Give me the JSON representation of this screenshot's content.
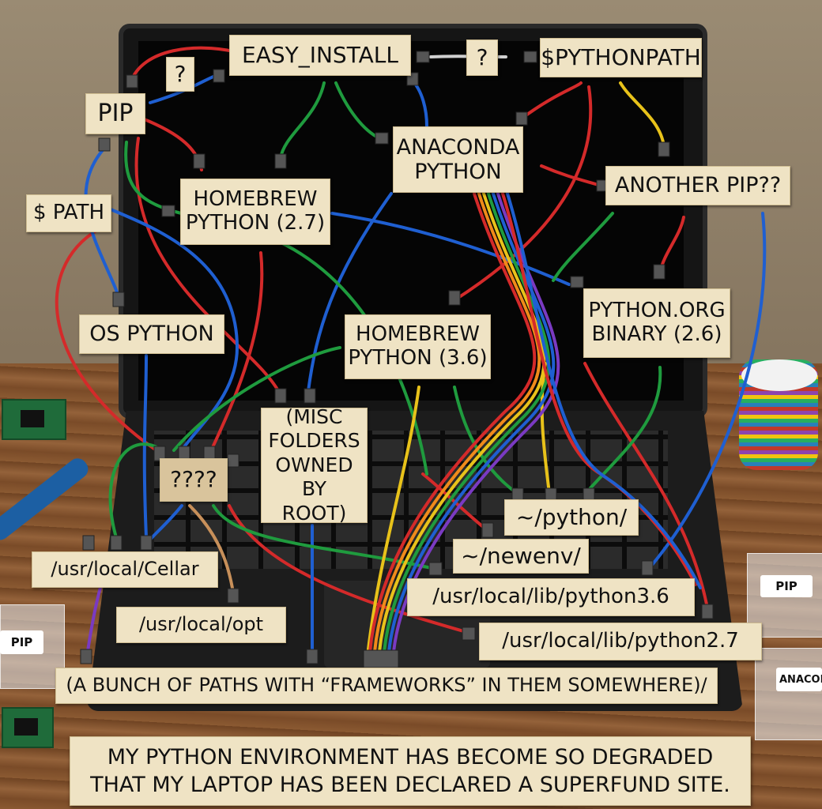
{
  "labels": {
    "easy_install": "EASY_INSTALL",
    "question1": "?",
    "question2": "?",
    "pythonpath": "$PYTHONPATH",
    "pip": "PIP",
    "anaconda": "ANACONDA\nPYTHON",
    "another_pip": "ANOTHER PIP??",
    "path": "$ PATH",
    "homebrew27": "HOMEBREW\nPYTHON (2.7)",
    "os_python": "OS PYTHON",
    "homebrew36": "HOMEBREW\nPYTHON (3.6)",
    "pythonorg": "PYTHON.ORG\nBINARY (2.6)",
    "misc_folders": "(MISC\nFOLDERS\nOWNED BY\nROOT)",
    "unknown": "????",
    "home_python": "~/python/",
    "newenv": "~/newenv/",
    "cellar": "/usr/local/Cellar",
    "lib36": "/usr/local/lib/python3.6",
    "opt": "/usr/local/opt",
    "lib27": "/usr/local/lib/python2.7",
    "frameworks": "(A BUNCH OF PATHS WITH “FRAMEWORKS” IN THEM SOMEWHERE)/"
  },
  "caption": "MY PYTHON ENVIRONMENT HAS BECOME SO DEGRADED\nTHAT MY LAPTOP HAS BEEN DECLARED A SUPERFUND SITE.",
  "bag_tags": {
    "pip_right": "PIP",
    "pip_left": "PIP",
    "anaconda": "ANACON"
  },
  "colors": {
    "red": "#d42a2a",
    "blue": "#1f5fd1",
    "green": "#1f9b3e",
    "yellow": "#e8c21a",
    "tan": "#c8905a",
    "purple": "#7a3ac2",
    "note": "#efe3c4"
  }
}
